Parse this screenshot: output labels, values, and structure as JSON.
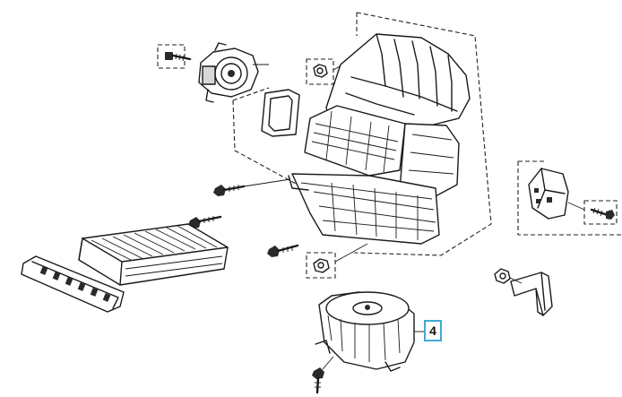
{
  "callout": {
    "number": "4",
    "box_color": "#3fa9d8"
  },
  "parts": [
    {
      "id": "screw-top-left"
    },
    {
      "id": "actuator-motor"
    },
    {
      "id": "seal-gasket"
    },
    {
      "id": "nut-top"
    },
    {
      "id": "heater-unit-housing"
    },
    {
      "id": "screw-left-1"
    },
    {
      "id": "screw-left-2"
    },
    {
      "id": "screw-left-3"
    },
    {
      "id": "nut-bottom"
    },
    {
      "id": "air-filter"
    },
    {
      "id": "filter-cover"
    },
    {
      "id": "blower-motor"
    },
    {
      "id": "blower-screw"
    },
    {
      "id": "resistor"
    },
    {
      "id": "resistor-screw"
    },
    {
      "id": "nut-bracket"
    },
    {
      "id": "bracket"
    }
  ]
}
